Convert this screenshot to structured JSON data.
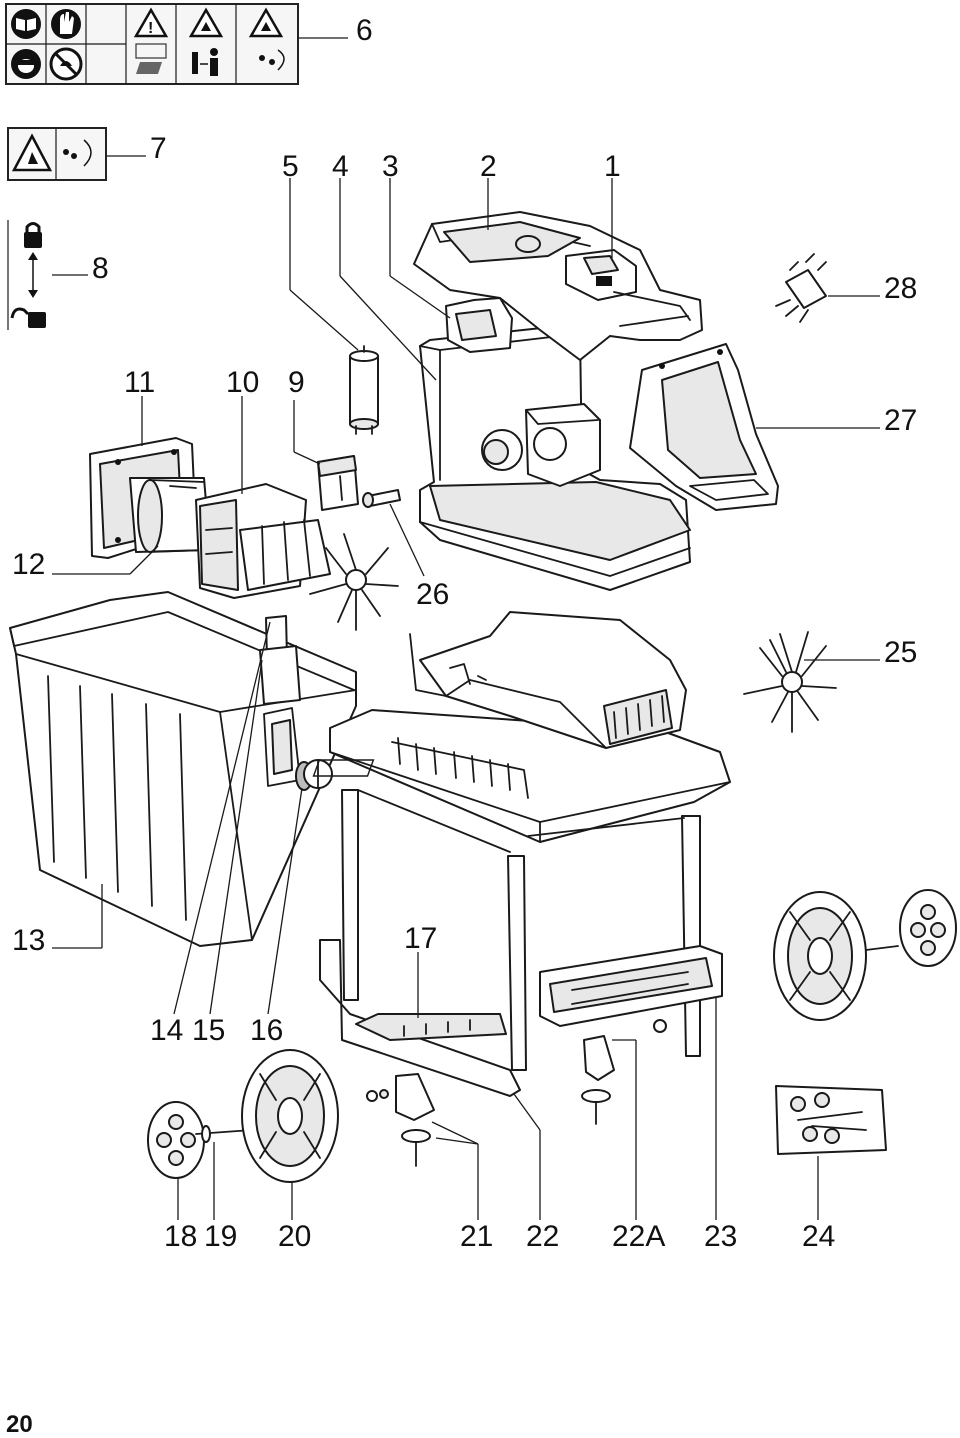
{
  "callouts": {
    "c1": "1",
    "c2": "2",
    "c3": "3",
    "c4": "4",
    "c5": "5",
    "c6": "6",
    "c7": "7",
    "c8": "8",
    "c9": "9",
    "c10": "10",
    "c11": "11",
    "c12": "12",
    "c13": "13",
    "c14": "14",
    "c15": "15",
    "c16": "16",
    "c17": "17",
    "c18": "18",
    "c19": "19",
    "c20": "20",
    "c21": "21",
    "c22": "22",
    "c22a": "22A",
    "c23": "23",
    "c24": "24",
    "c25": "25",
    "c26": "26",
    "c27": "27",
    "c28": "28"
  },
  "page_number": "20"
}
